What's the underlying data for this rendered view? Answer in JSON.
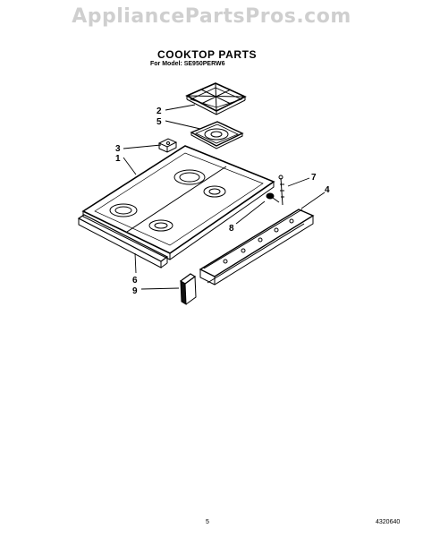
{
  "watermark": "AppliancePartsPros.com",
  "title": "COOKTOP PARTS",
  "subtitle": "For Model: SE950PERW6",
  "callouts": [
    "1",
    "2",
    "3",
    "4",
    "5",
    "6",
    "7",
    "8",
    "9"
  ],
  "page_number": "5",
  "doc_code": "4320640"
}
